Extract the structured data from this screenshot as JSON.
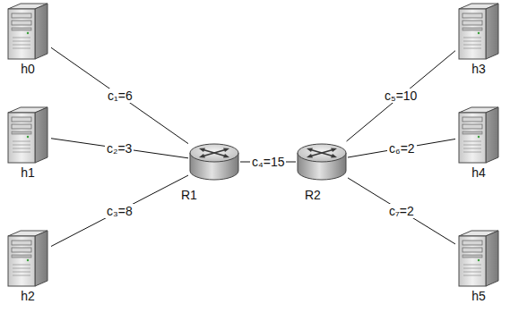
{
  "diagram": {
    "nodes": [
      {
        "text": [
          "h0"
        ]
      },
      {
        "text": [
          "h1"
        ]
      },
      {
        "text": [
          "h2"
        ]
      },
      {
        "text": [
          "R1"
        ]
      },
      {
        "text": [
          "R2"
        ]
      },
      {
        "text": [
          "h3"
        ]
      },
      {
        "text": [
          "h4"
        ]
      },
      {
        "text": [
          "h5"
        ]
      }
    ],
    "edges": [
      {
        "from": 0,
        "to": 3,
        "label": "c₁=6",
        "arrow": "none"
      },
      {
        "from": 1,
        "to": 3,
        "label": "c₂=3",
        "arrow": "none"
      },
      {
        "from": 2,
        "to": 3,
        "label": "c₃=8",
        "arrow": "none"
      },
      {
        "from": 3,
        "to": 4,
        "label": "c₄=15",
        "arrow": "none"
      },
      {
        "from": 4,
        "to": 5,
        "label": "c₅=10",
        "arrow": "none"
      },
      {
        "from": 4,
        "to": 6,
        "label": "c₆=2",
        "arrow": "none"
      },
      {
        "from": 4,
        "to": 7,
        "label": "c₇=2",
        "arrow": "none"
      }
    ]
  }
}
